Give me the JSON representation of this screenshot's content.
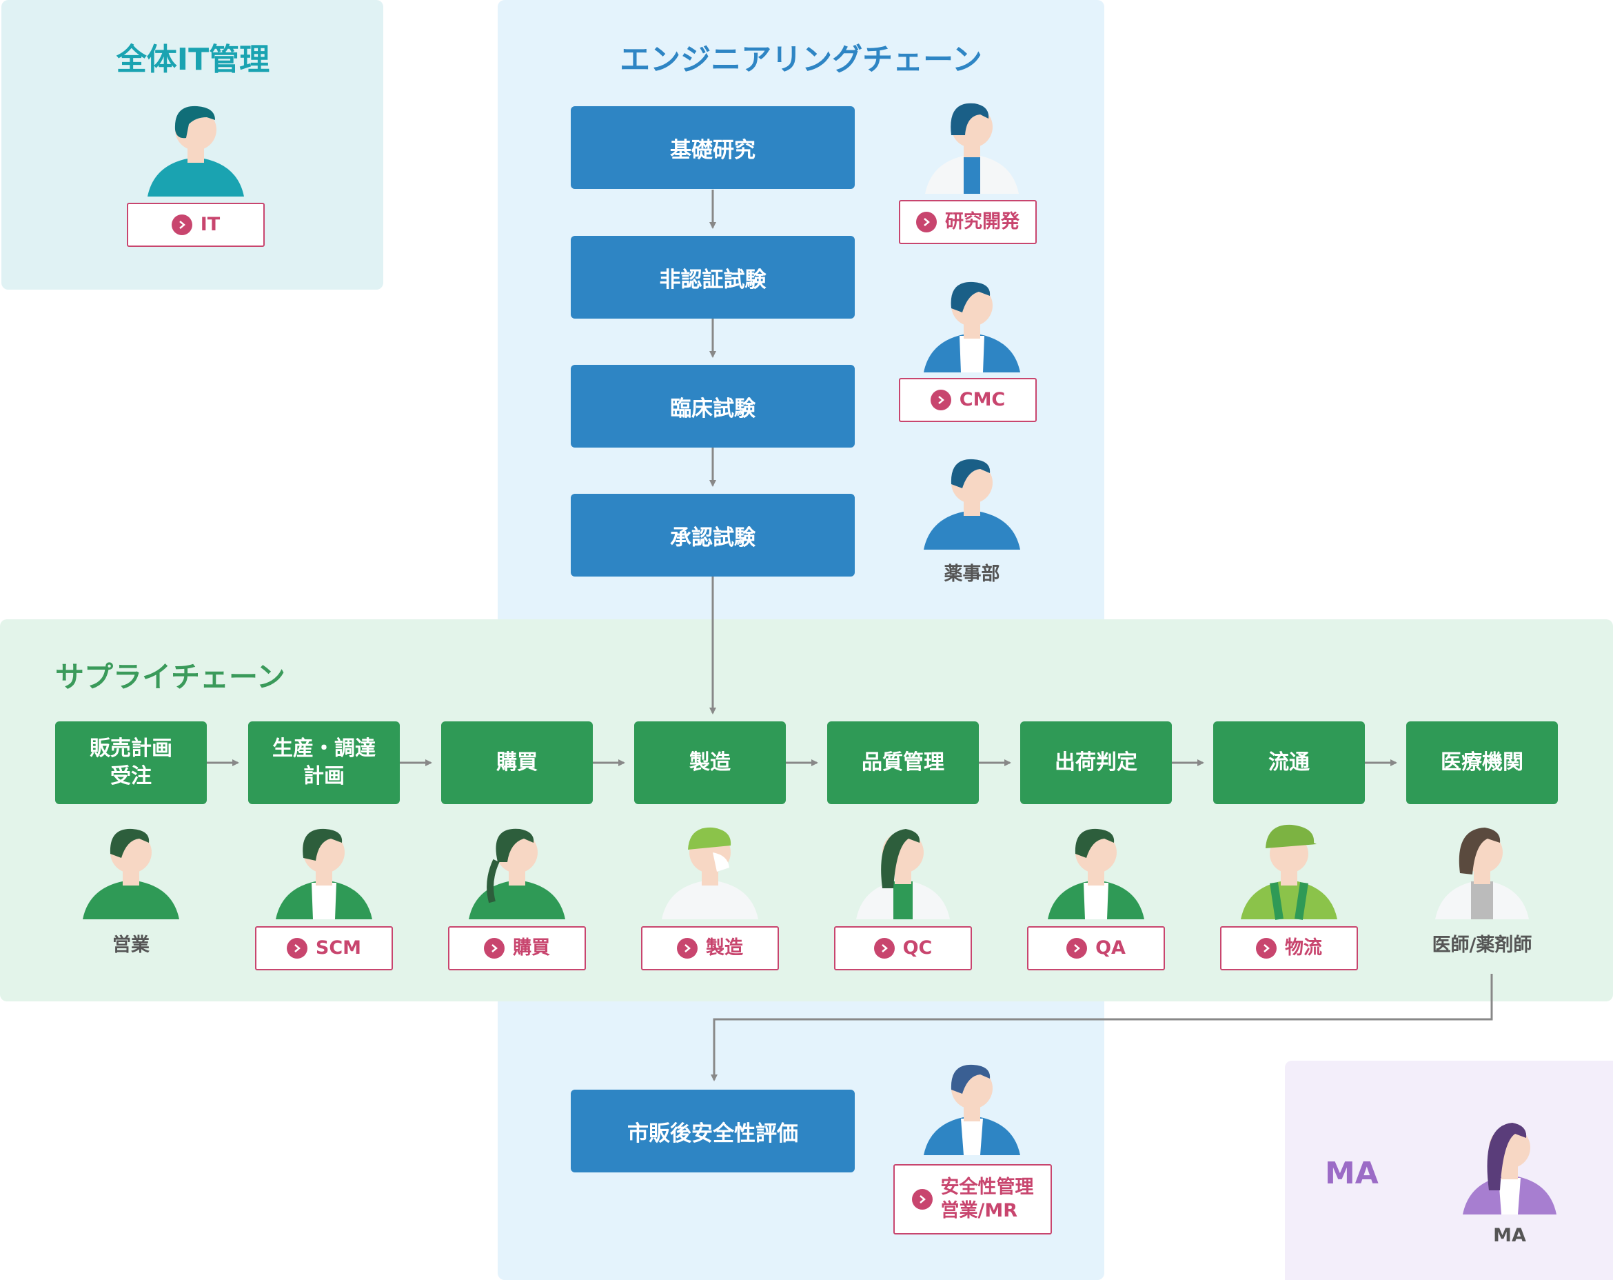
{
  "panels": {
    "it_title": "全体IT管理",
    "engineering_title": "エンジニアリングチェーン",
    "supply_title": "サプライチェーン",
    "ma_title": "MA"
  },
  "it": {
    "tag": "IT"
  },
  "engineering": {
    "steps": [
      "基礎研究",
      "非認証試験",
      "臨床試験",
      "承認試験"
    ],
    "roles": [
      {
        "label": "研究開発",
        "type": "tag"
      },
      {
        "label": "CMC",
        "type": "tag"
      },
      {
        "label": "薬事部",
        "type": "plain"
      }
    ],
    "post_market": {
      "step": "市販後安全性評価",
      "tag": "安全性管理\n営業/MR"
    }
  },
  "supply": {
    "steps": [
      {
        "label": "販売計画\n受注",
        "role": "営業",
        "role_type": "plain"
      },
      {
        "label": "生産・調達\n計画",
        "role": "SCM",
        "role_type": "tag"
      },
      {
        "label": "購買",
        "role": "購買",
        "role_type": "tag"
      },
      {
        "label": "製造",
        "role": "製造",
        "role_type": "tag"
      },
      {
        "label": "品質管理",
        "role": "QC",
        "role_type": "tag"
      },
      {
        "label": "出荷判定",
        "role": "QA",
        "role_type": "tag"
      },
      {
        "label": "流通",
        "role": "物流",
        "role_type": "tag"
      },
      {
        "label": "医療機関",
        "role": "医師/薬剤師",
        "role_type": "plain"
      }
    ]
  },
  "ma": {
    "label": "MA"
  },
  "colors": {
    "engineering": "#2e85c4",
    "supply": "#2f9a56",
    "it": "#1aa3b1",
    "ma": "#9b6bc6",
    "tag": "#c8456e",
    "arrow": "#888888"
  }
}
